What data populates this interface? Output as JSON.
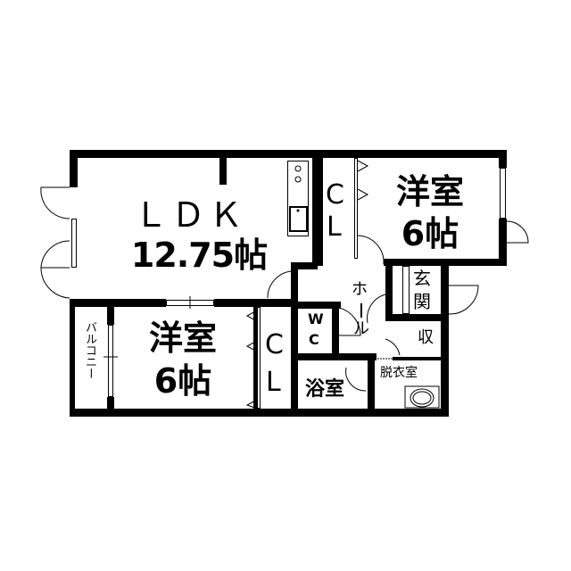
{
  "plan": {
    "rooms": {
      "ldk": {
        "name": "ＬＤＫ",
        "size": "12.75帖"
      },
      "western_room_1": {
        "name": "洋室",
        "size": "6帖"
      },
      "western_room_2": {
        "name": "洋室",
        "size": "6帖"
      },
      "closet_1": {
        "c": "C",
        "l": "L"
      },
      "closet_2": {
        "c": "C",
        "l": "L"
      },
      "hall": {
        "name_top": "ホ",
        "name_bottom": "ル",
        "dash": "ー"
      },
      "entrance": {
        "line1": "玄",
        "line2": "関"
      },
      "storage": {
        "name": "収"
      },
      "toilet": {
        "w": "W",
        "c": "C"
      },
      "bathroom": {
        "name": "浴室"
      },
      "dressing_room": {
        "name": "脱衣室"
      },
      "balcony": {
        "name": "バルコニー"
      }
    },
    "icons": [
      "stove-icon",
      "sink-icon",
      "washbasin-icon",
      "door-swing-icon",
      "window-icon",
      "closet-door-icon"
    ]
  }
}
